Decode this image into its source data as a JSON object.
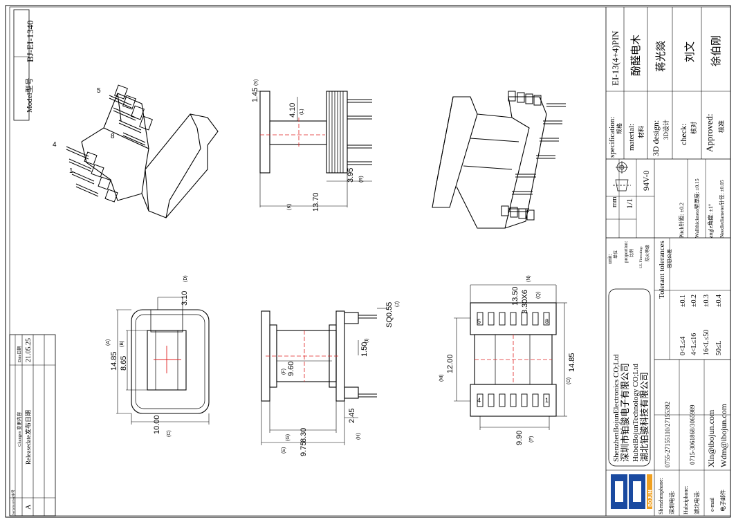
{
  "model": {
    "label": "Model型号",
    "value": "BJ-EI-1340"
  },
  "spec": {
    "specification": {
      "label": "specification:",
      "cn": "规格",
      "value": "EI-13(4+4)PIN"
    },
    "material": {
      "label": "material:",
      "cn": "材料",
      "value": "酚醛电木"
    },
    "design": {
      "label": "3D design:",
      "cn": "3D设计",
      "value": "蒋光燚"
    },
    "check": {
      "label": "check:",
      "cn": "核对",
      "value": "刘文"
    },
    "approved": {
      "label": "Approved:",
      "cn": "核准",
      "value": "徐伯刚"
    }
  },
  "units": {
    "unit_label": "unit:",
    "unit_cn": "单位",
    "unit_value": "mm",
    "proportion_label": "proportion:",
    "proportion_cn": "比例",
    "proportion_value": "1/1",
    "fire_label": "UL Firerating:",
    "fire_cn": "防火等级",
    "fire_value": "94V-0"
  },
  "tolerances": {
    "title": "Tolerant tolerances",
    "title_cn": "容忍公差",
    "pitch": "Pitch针距: ±0.2",
    "wall": "Wallthickness壁厚度: ±0.15",
    "angle": "angle角度: ±1°",
    "needle": "Needlediameter针径: ±0.05",
    "rows": [
      {
        "range": "0<L≤4",
        "tol": "±0.1"
      },
      {
        "range": "4<L≤16",
        "tol": "±0.2"
      },
      {
        "range": "16<L≤50",
        "tol": "±0.3"
      },
      {
        "range": "50≤L",
        "tol": "±0.4"
      }
    ]
  },
  "company": {
    "en1": "ShenzhenBojunElectronics CO;Ltd",
    "cn1": "深圳市铂骏电子有限公司",
    "en2": "HubeiBojunTechnology CO;Ltd",
    "cn2": "湖北铂骏科技有限公司",
    "logo": "BOJUN"
  },
  "contact": {
    "sz_label": "Shenzhenphone:",
    "sz_cn": "深圳电话:",
    "sz_value": "0755-27155110/27155392",
    "hb_label": "Hubeiphone:",
    "hb_cn": "湖北电话:",
    "hb_value": "0715-3061868/3065989",
    "mail_label": "e-mail",
    "mail_cn": "电子邮件",
    "mail1": "Xln@ibojun.com",
    "mail2": "Wdm@ibojun.com"
  },
  "revision": {
    "headers": [
      "Serialnumber序号",
      "Changes 变更内容",
      "Date日期"
    ],
    "row": [
      "A",
      "Releasedate发布日期",
      "21.05.25"
    ]
  },
  "dims": {
    "side_top": "1.45",
    "side_top_ref": "(S)",
    "pin_len": "4.10",
    "pin_len_ref": "(L)",
    "width_k": "13.70",
    "width_k_ref": "(K)",
    "flange_r": "3.95",
    "flange_r_ref": "(R)",
    "top_d": "3.10",
    "top_d_ref": "(D)",
    "height_a": "14.85",
    "height_a_ref": "(A)",
    "height_b": "8.65",
    "height_b_ref": "(B)",
    "width_c": "10.00",
    "width_c_ref": "(C)",
    "pin_sq": "SQ0.55",
    "pin_sq_ref": "(J)",
    "gap_i": "1.50",
    "gap_i_ref": "(I)",
    "core_f": "9.60",
    "core_f_ref": "(F)",
    "core_g": "8.30",
    "core_g_ref": "(G)",
    "base_e": "9.75",
    "base_e_ref": "(E)",
    "step_h": "2.45",
    "step_h_ref": "(H)",
    "top_n": "13.50",
    "top_n_ref": "(N)",
    "pitch_q": "3.30X6",
    "pitch_q_ref": "(Q)",
    "inner_m": "12.00",
    "inner_m_ref": "(M)",
    "outer_o": "14.85",
    "outer_o_ref": "(O)",
    "bottom_p": "9.90",
    "bottom_p_ref": "(P)"
  },
  "pins": {
    "p1": "1",
    "p4": "4",
    "p5": "5",
    "p8": "8"
  }
}
